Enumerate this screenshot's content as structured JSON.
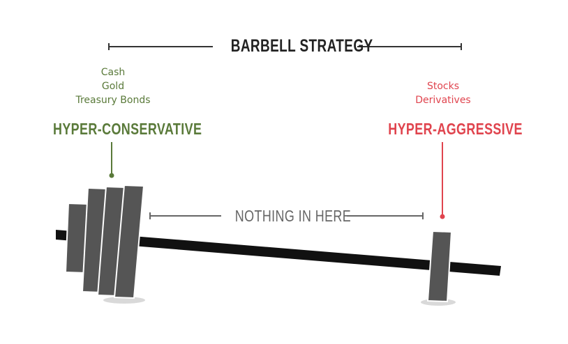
{
  "title": "BARBELL STRATEGY",
  "middle_label": "NOTHING IN HERE",
  "left": {
    "heading": "HYPER-CONSERVATIVE",
    "items": [
      "Cash",
      "Gold",
      "Treasury Bonds"
    ],
    "color": "#5a7a3a"
  },
  "right": {
    "heading": "HYPER-AGGRESSIVE",
    "items": [
      "Stocks",
      "Derivatives"
    ],
    "color": "#e0444e"
  },
  "colors": {
    "bar": "#111111",
    "plate": "#555555",
    "plate_stroke": "#ffffff",
    "shadow": "#d9d9d9",
    "line": "#333333",
    "text_dark": "#222222"
  }
}
